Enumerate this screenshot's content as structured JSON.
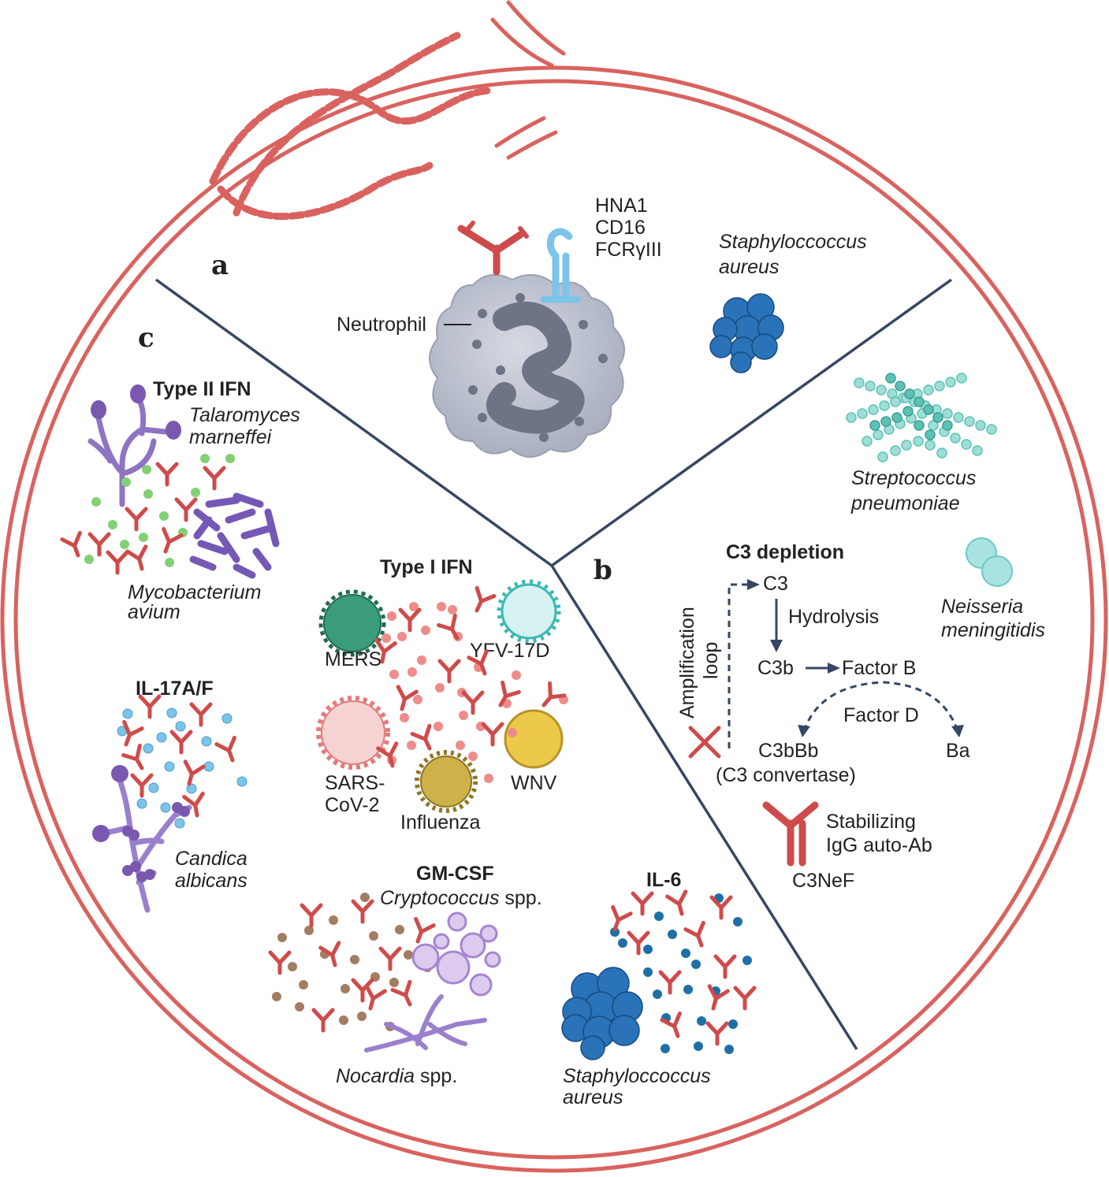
{
  "panels": {
    "a": "a",
    "b": "b",
    "c": "c"
  },
  "panel_a": {
    "receptor_lines": [
      "HNA1",
      "CD16",
      "FCRγIII"
    ],
    "neutrophil": "Neutrophil",
    "bacterium_lines": [
      "Staphyloccoccus",
      "aureus"
    ]
  },
  "panel_b": {
    "strep_lines": [
      "Streptococcus",
      "pneumoniae"
    ],
    "title": "C3 depletion",
    "neisseria_lines": [
      "Neisseria",
      "meningitidis"
    ],
    "c3": "C3",
    "hydrolysis": "Hydrolysis",
    "c3b": "C3b",
    "factor_b": "Factor B",
    "factor_d": "Factor D",
    "c3bbb": "C3bBb",
    "c3_convertase": "(C3 convertase)",
    "ba": "Ba",
    "amplification": "Amplification",
    "loop": "loop",
    "antibody_lines": [
      "Stabilizing",
      "IgG auto-Ab"
    ],
    "c3nef": "C3NeF"
  },
  "panel_c": {
    "type2_title": "Type II IFN",
    "talaromyces_lines": [
      "Talaromyces",
      "marneffei"
    ],
    "mycobacterium_lines": [
      "Mycobacterium",
      "avium"
    ],
    "type1_title": "Type I IFN",
    "mers": "MERS",
    "yfv": "YFV-17D",
    "sars_lines": [
      "SARS-",
      "CoV-2"
    ],
    "influenza": "Influenza",
    "wnv": "WNV",
    "il17_title": "IL-17A/F",
    "candida_lines": [
      "Candica",
      "albicans"
    ],
    "gmcsf_title": "GM-CSF",
    "cryptococcus_italic": "Cryptococcus",
    "cryptococcus_suffix": " spp.",
    "nocardia_italic": "Nocardia",
    "nocardia_suffix": " spp.",
    "il6_title": "IL-6",
    "staph_lines": [
      "Staphyloccoccus",
      "aureus"
    ]
  },
  "colors": {
    "outline": "#d9625f",
    "divider": "#364664",
    "antibody": "#cf4b4b",
    "staph": "#2a73b8",
    "strep": "#5cc2b6",
    "neisseria": "#8fdbd8",
    "fungus": "#8061b5",
    "green_dot": "#83cf74",
    "blue_dot": "#7cc4ea",
    "pink_dot": "#ee8c89",
    "brown_dot": "#a37d62",
    "navy_dot": "#1f6fa6",
    "cell": "#c2c6d2"
  }
}
